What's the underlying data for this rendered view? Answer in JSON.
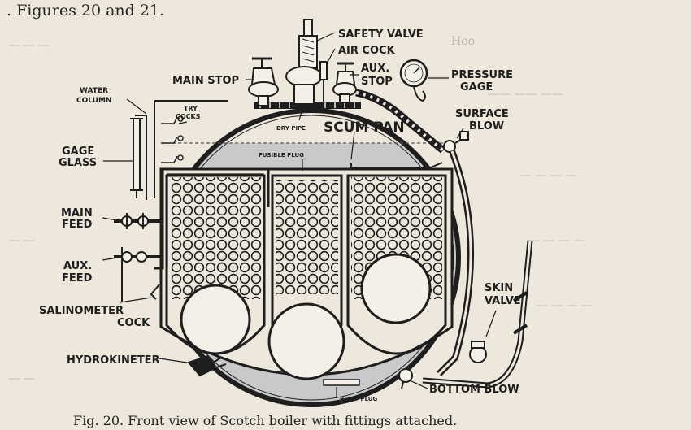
{
  "header": {
    "text": ". Figures  20 and  21."
  },
  "caption": {
    "text": "Fig. 20.  Front view of Scotch boiler with fittings attached."
  },
  "labels": {
    "safety_valve": "SAFETY VALVE",
    "air_cock": "AIR COCK",
    "main_stop": "MAIN STOP",
    "aux_stop_1": "AUX.",
    "aux_stop_2": "STOP",
    "pressure_gage_1": "PRESSURE",
    "pressure_gage_2": "GAGE",
    "water_column_1": "WATER",
    "water_column_2": "COLUMN",
    "try_cocks_1": "TRY",
    "try_cocks_2": "COCKS",
    "gage_glass_1": "GAGE",
    "gage_glass_2": "GLASS",
    "dry_pipe": "DRY PIPE",
    "scum_pan": "SCUM PAN",
    "fusible_plug": "FUSIBLE PLUG",
    "surface_blow_1": "SURFACE",
    "surface_blow_2": "BLOW",
    "main_feed_1": "MAIN",
    "main_feed_2": "FEED",
    "aux_feed_1": "AUX.",
    "aux_feed_2": "FEED",
    "salinometer_1": "SALINOMETER",
    "salinometer_2": "COCK",
    "skin_valve_1": "SKIN",
    "skin_valve_2": "VALVE",
    "hydrokineter": "HYDROKINETER",
    "bottom_blow": "BOTTOM BLOW",
    "belly_plug": "BELLY PLUG"
  },
  "colors": {
    "ink": "#1e1e1e",
    "paper": "#eee8dc",
    "water": "#c9c9cc"
  }
}
